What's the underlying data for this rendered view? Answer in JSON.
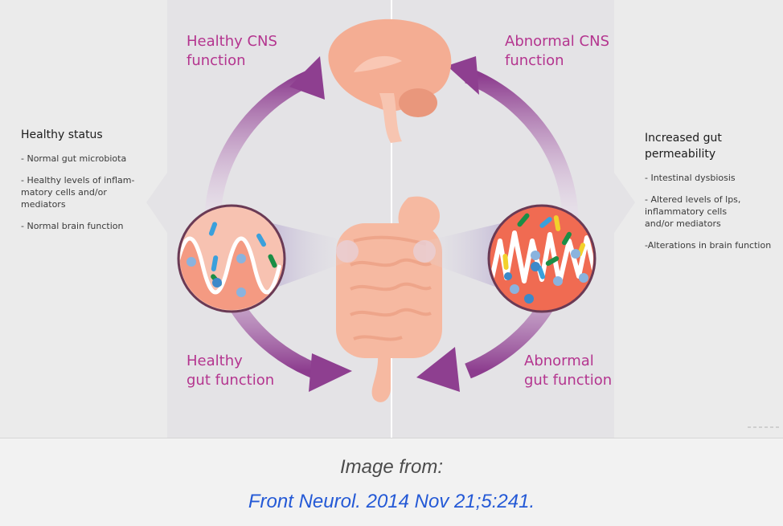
{
  "labels": {
    "healthy_cns": "Healthy CNS\nfunction",
    "abnormal_cns": "Abnormal CNS\nfunction",
    "healthy_gut": "Healthy\ngut function",
    "abnormal_gut": "Abnormal\ngut function"
  },
  "left_panel": {
    "title": "Healthy status",
    "items": [
      "- Normal gut microbiota",
      "- Healthy levels of inflam-\n  matory cells and/or\n  mediators",
      "- Normal brain function"
    ]
  },
  "right_panel": {
    "title": "Increased gut\npermeability",
    "items": [
      "- Intestinal dysbiosis",
      "- Altered levels of lps,\n  inflammatory cells\n  and/or mediators",
      "-Alterations in brain function"
    ]
  },
  "caption": {
    "line1": "Image from:",
    "line2": "Front Neurol. 2014 Nov 21;5:241."
  },
  "colors": {
    "arrow": "#8e3f90",
    "organ": "#f6b9a1",
    "label_purple": "#b4358f",
    "link": "#2459d6"
  }
}
